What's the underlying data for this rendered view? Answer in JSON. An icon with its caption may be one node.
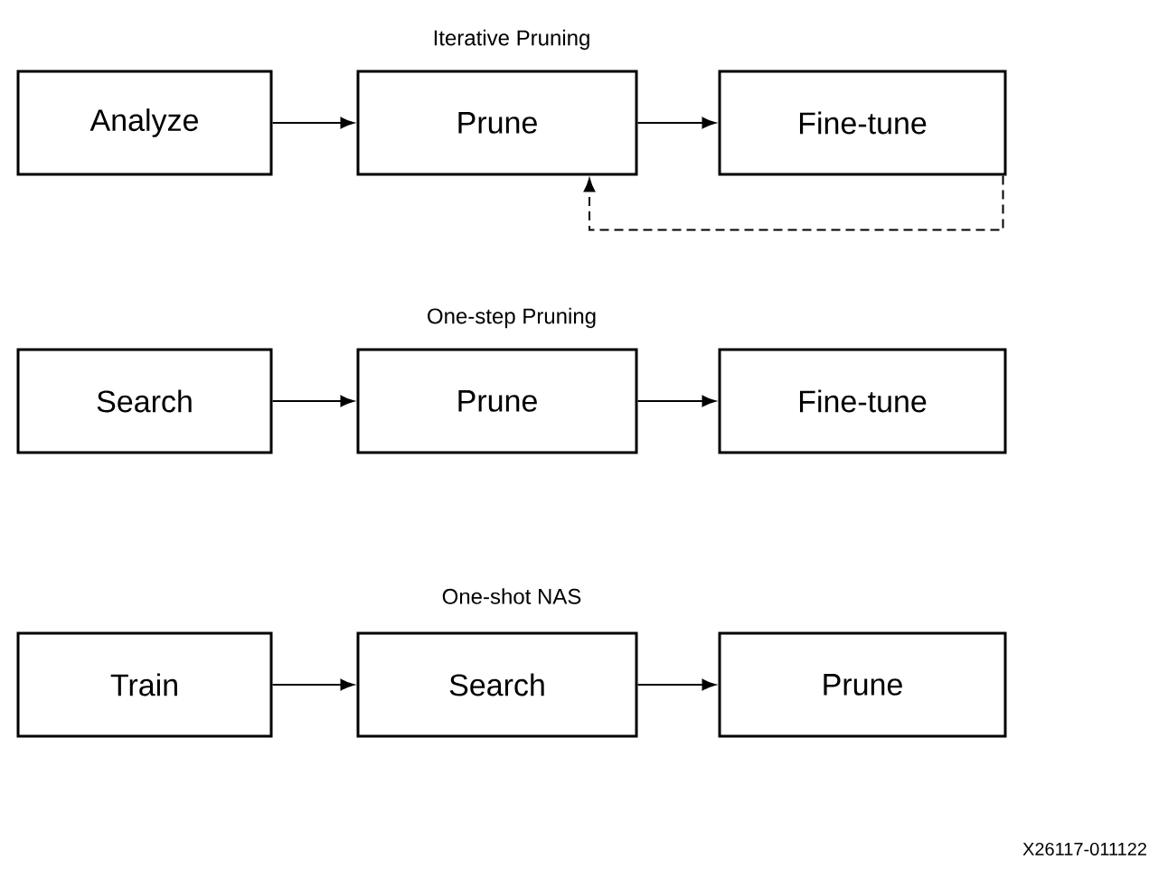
{
  "diagram": {
    "nodes": [
      {
        "text": [
          "Analyze"
        ]
      },
      {
        "text": [
          "Prune"
        ]
      },
      {
        "text": [
          "Fine-tune"
        ]
      },
      {
        "text": [
          "Search"
        ]
      },
      {
        "text": [
          "Prune"
        ]
      },
      {
        "text": [
          "Fine-tune"
        ]
      },
      {
        "text": [
          "Train"
        ]
      },
      {
        "text": [
          "Search"
        ]
      },
      {
        "text": [
          "Prune"
        ]
      }
    ],
    "edges": [
      {
        "from": 0,
        "to": 1,
        "arrow": "to"
      },
      {
        "from": 1,
        "to": 2,
        "arrow": "to"
      },
      {
        "from": 2,
        "to": 1,
        "arrow": "to",
        "style": "dashed"
      },
      {
        "from": 3,
        "to": 4,
        "arrow": "to"
      },
      {
        "from": 4,
        "to": 5,
        "arrow": "to"
      },
      {
        "from": 6,
        "to": 7,
        "arrow": "to"
      },
      {
        "from": 7,
        "to": 8,
        "arrow": "to"
      }
    ],
    "labels": [
      "Iterative Pruning",
      "One-step Pruning",
      "One-shot NAS",
      "X26117-011122"
    ]
  }
}
